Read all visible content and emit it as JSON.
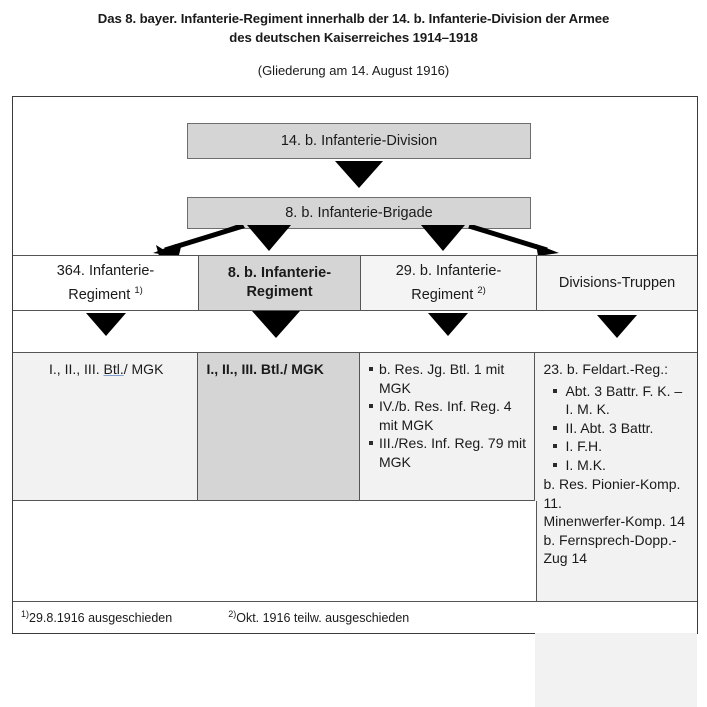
{
  "header": {
    "title_line1": "Das 8. bayer. Infanterie-Regiment innerhalb der 14. b. Infanterie-Division der Armee",
    "title_line2": "des deutschen Kaiserreiches 1914–1918",
    "subtitle": "(Gliederung am 14. August 1916)"
  },
  "command": {
    "division": "14. b. Infanterie-Division",
    "brigade": "8. b. Infanterie-Brigade"
  },
  "columns": [
    {
      "id": "col1",
      "header_line1": "364. Infanterie-",
      "header_line2": "Regiment",
      "header_footnote": "1)",
      "body_prefix": "I., II., III. ",
      "body_underlined": "Btl.",
      "body_suffix": "/ MGK"
    },
    {
      "id": "col2",
      "header_line1": "8. b. Infanterie-",
      "header_line2": "Regiment",
      "header_footnote": "",
      "body_text": "I., II., III. Btl./ MGK"
    },
    {
      "id": "col3",
      "header_line1": "29. b. Infanterie-",
      "header_line2": "Regiment",
      "header_footnote": "2)",
      "bullets": [
        "b. Res. Jg. Btl. 1 mit MGK",
        "IV./b. Res. Inf. Reg. 4 mit MGK",
        "III./Res. Inf. Reg. 79 mit MGK"
      ]
    },
    {
      "id": "col4",
      "header_line1": "Divisions-Truppen",
      "header_line2": "",
      "header_footnote": "",
      "regiment_title": "23. b. Feldart.-Reg.:",
      "bullets": [
        "Abt. 3 Battr. F. K. – I. M. K.",
        "II. Abt. 3 Battr.",
        "I. F.H.",
        "I. M.K."
      ],
      "tail_lines": [
        "b. Res. Pionier-Komp. 11.",
        "Minenwerfer-Komp. 14",
        "b. Fernsprech-Dopp.-Zug 14"
      ]
    }
  ],
  "footnotes": [
    {
      "marker": "1)",
      "text": "29.8.1916 ausgeschieden"
    },
    {
      "marker": "2)",
      "text": "Okt. 1916 teilw. ausgeschieden"
    }
  ],
  "colors": {
    "highlight_fill": "#d5d5d5",
    "cell_fill": "#f2f2f2",
    "border": "#555555",
    "arrow": "#000000"
  }
}
